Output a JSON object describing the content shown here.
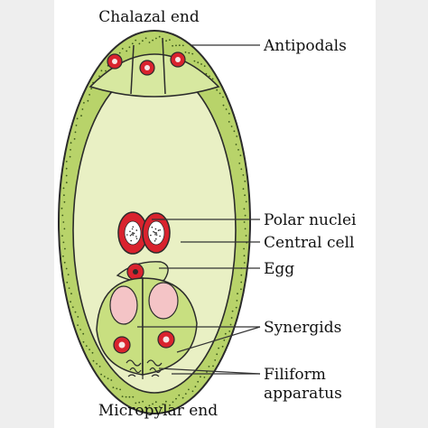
{
  "labels": {
    "chalazal_end": "Chalazal end",
    "antipodals": "Antipodals",
    "polar_nuclei": "Polar nuclei",
    "central_cell": "Central cell",
    "egg": "Egg",
    "synergids": "Synergids",
    "filiform_line1": "Filiform",
    "filiform_line2": "apparatus",
    "micropylar_end": "Micropylar end"
  },
  "colors": {
    "wall": "#b8d36a",
    "wall_dots": "#3c5a1a",
    "central_cell": "#e9f0c4",
    "cell_fill": "#d7e8a0",
    "synergid_fill": "#c8df80",
    "vacuole": "#f4c4c6",
    "nucleus": "#d9232e",
    "nucleolus_ring": "#f6e6e6",
    "outline": "#2b2b2b",
    "leader_line": "#333333"
  }
}
